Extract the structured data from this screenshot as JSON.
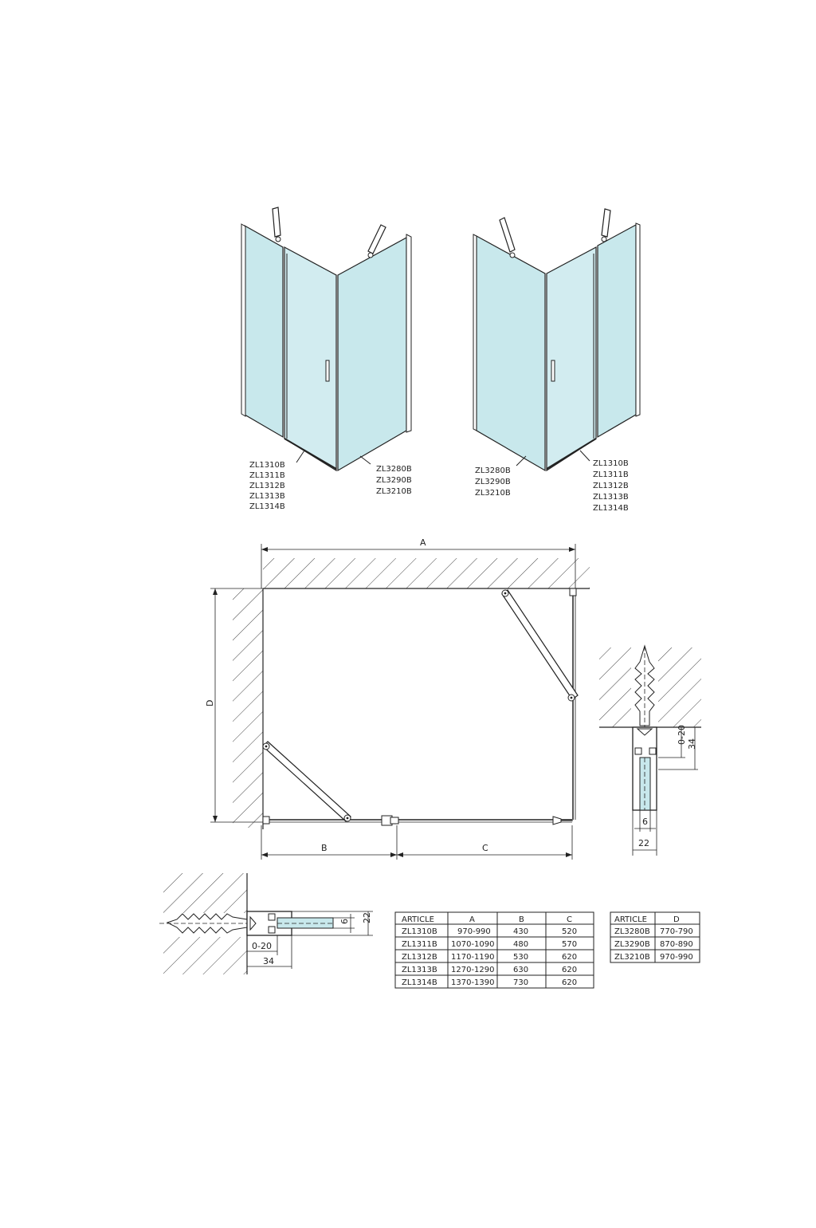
{
  "views": {
    "left": {
      "door_codes": [
        "ZL1310B",
        "ZL1311B",
        "ZL1312B",
        "ZL1313B",
        "ZL1314B"
      ],
      "wall_codes": [
        "ZL3280B",
        "ZL3290B",
        "ZL3210B"
      ]
    },
    "right": {
      "wall_codes": [
        "ZL3280B",
        "ZL3290B",
        "ZL3210B"
      ],
      "door_codes": [
        "ZL1310B",
        "ZL1311B",
        "ZL1312B",
        "ZL1313B",
        "ZL1314B"
      ]
    }
  },
  "plan": {
    "dim_a": "A",
    "dim_b": "B",
    "dim_c": "C",
    "dim_d": "D"
  },
  "detail_right": {
    "gap": "0-20",
    "depth": "34",
    "glass": "6",
    "profile": "22"
  },
  "detail_bottom": {
    "glass": "6",
    "profile": "22",
    "gap": "0-20",
    "depth": "34"
  },
  "table_main": {
    "headers": [
      "ARTICLE",
      "A",
      "B",
      "C"
    ],
    "rows": [
      [
        "ZL1310B",
        "970-990",
        "430",
        "520"
      ],
      [
        "ZL1311B",
        "1070-1090",
        "480",
        "570"
      ],
      [
        "ZL1312B",
        "1170-1190",
        "530",
        "620"
      ],
      [
        "ZL1313B",
        "1270-1290",
        "630",
        "620"
      ],
      [
        "ZL1314B",
        "1370-1390",
        "730",
        "620"
      ]
    ]
  },
  "table_d": {
    "headers": [
      "ARTICLE",
      "D"
    ],
    "rows": [
      [
        "ZL3280B",
        "770-790"
      ],
      [
        "ZL3290B",
        "870-890"
      ],
      [
        "ZL3210B",
        "970-990"
      ]
    ]
  },
  "colors": {
    "glass": "#c8e8ec",
    "glass_light": "#def2f4",
    "line": "#222222"
  }
}
